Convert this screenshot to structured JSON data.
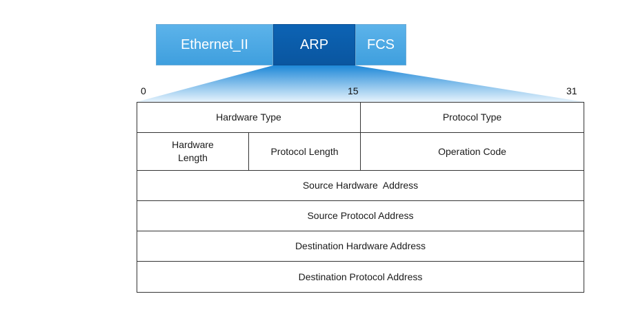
{
  "frame": {
    "segments": [
      {
        "label": "Ethernet_II"
      },
      {
        "label": "ARP"
      },
      {
        "label": "FCS"
      }
    ]
  },
  "bits": {
    "start": "0",
    "mid": "15",
    "end": "31"
  },
  "fields": {
    "hardware_type": "Hardware Type",
    "protocol_type": "Protocol Type",
    "hardware_length_line1": "Hardware",
    "hardware_length_line2": "Length",
    "protocol_length": "Protocol Length",
    "operation_code": "Operation Code",
    "source_hardware_address": "Source Hardware  Address",
    "source_protocol_address": "Source Protocol Address",
    "destination_hardware_address": "Destination Hardware Address",
    "destination_protocol_address": "Destination Protocol Address"
  },
  "colors": {
    "segment_light": "#4aa8e4",
    "segment_dark": "#0b5ca8",
    "fan_gradient_top": "#1e88d8",
    "fan_gradient_bottom": "#e6f3fc"
  }
}
